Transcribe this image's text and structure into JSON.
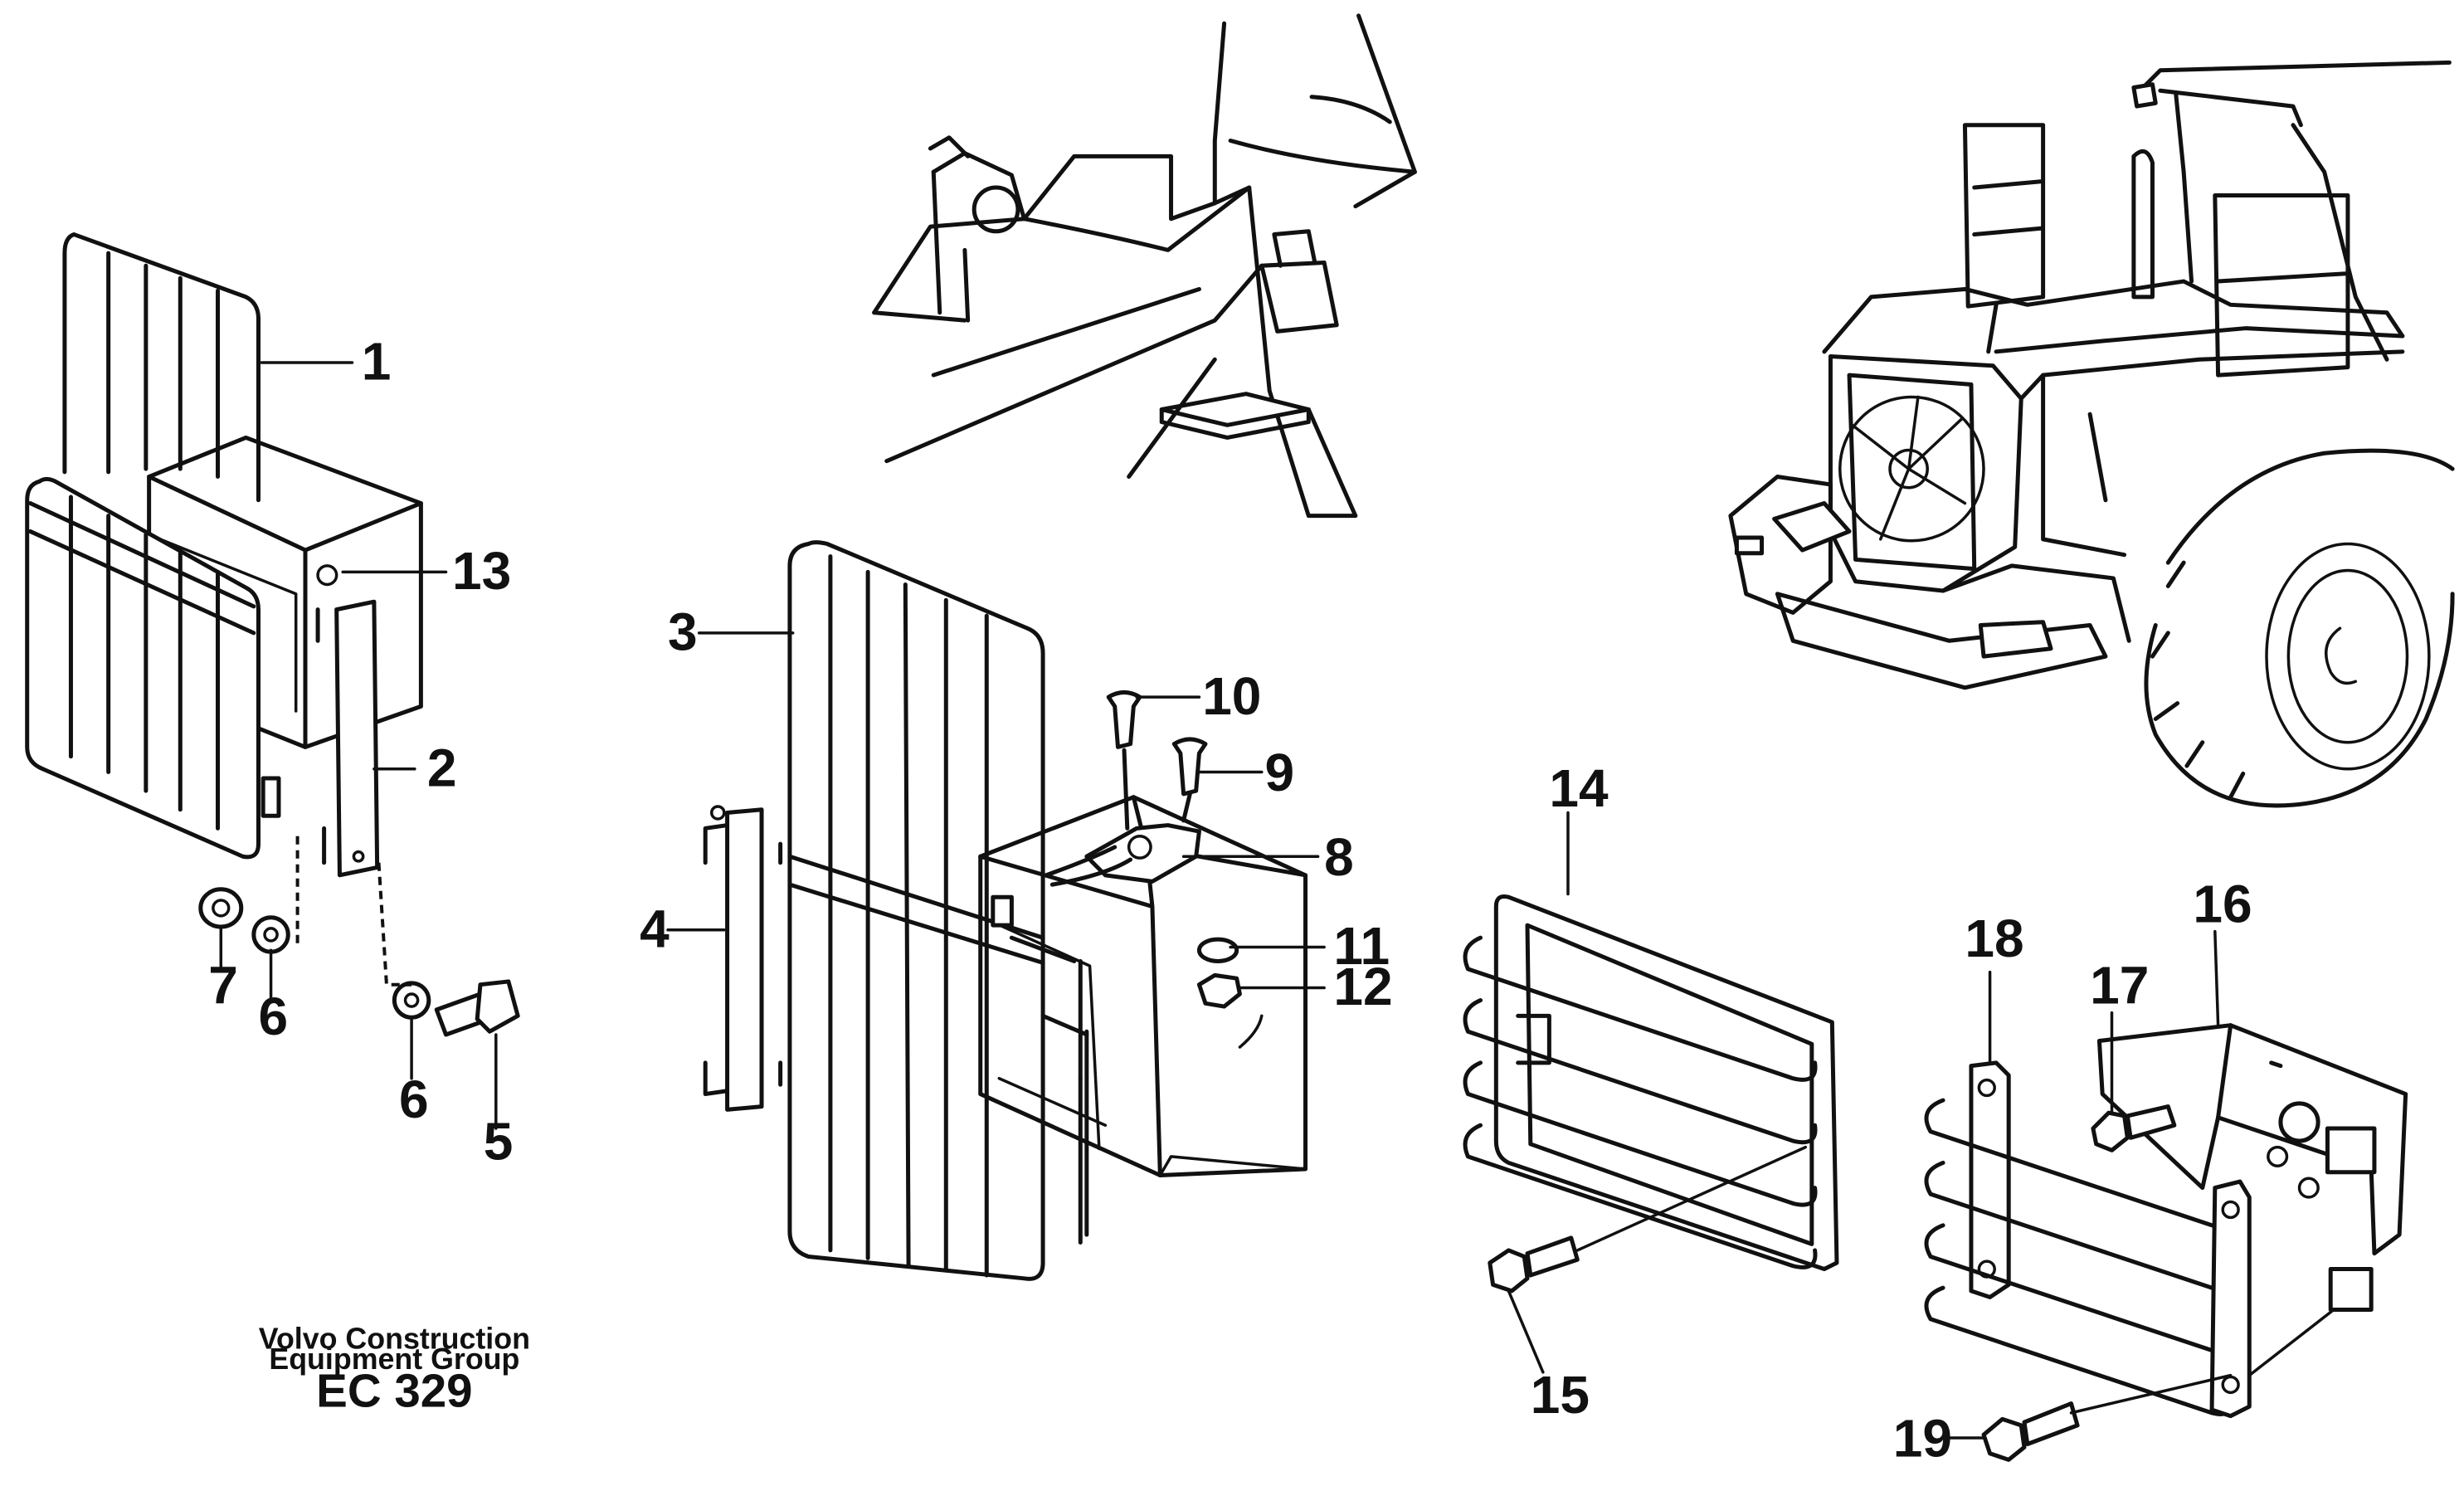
{
  "callouts": {
    "c1": "1",
    "c2": "2",
    "c3": "3",
    "c4": "4",
    "c5": "5",
    "c6a": "6",
    "c6b": "6",
    "c7": "7",
    "c8": "8",
    "c9": "9",
    "c10": "10",
    "c11": "11",
    "c12": "12",
    "c13": "13",
    "c14": "14",
    "c15": "15",
    "c16": "16",
    "c17": "17",
    "c18": "18",
    "c19": "19"
  },
  "caption": {
    "line1": "Volvo Construction",
    "line2": "Equipment Group",
    "code": "EC 329"
  }
}
